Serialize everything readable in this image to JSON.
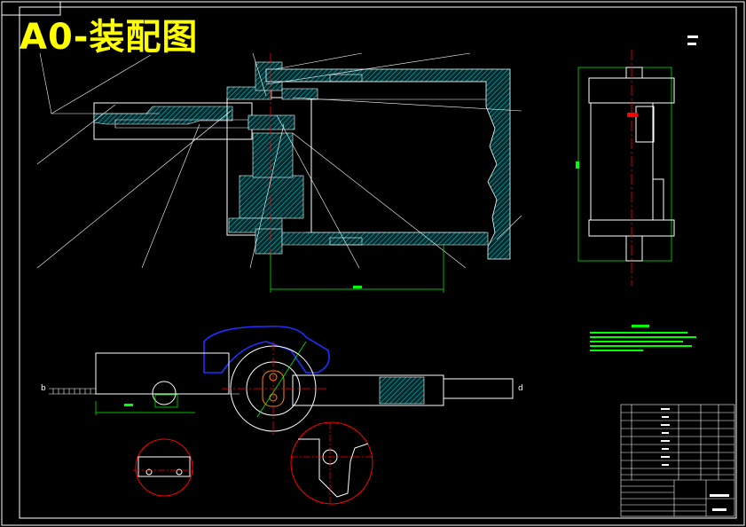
{
  "title": "A0-装配图",
  "colors": {
    "background": "#000000",
    "outline": "#ffffff",
    "hatch": "#00c8c8",
    "centerline": "#ff0000",
    "dimension": "#00ff00",
    "profile": "#0000ff",
    "title_text": "#ffff00"
  },
  "view_labels": {
    "left_end": "b",
    "right_end": "d"
  }
}
